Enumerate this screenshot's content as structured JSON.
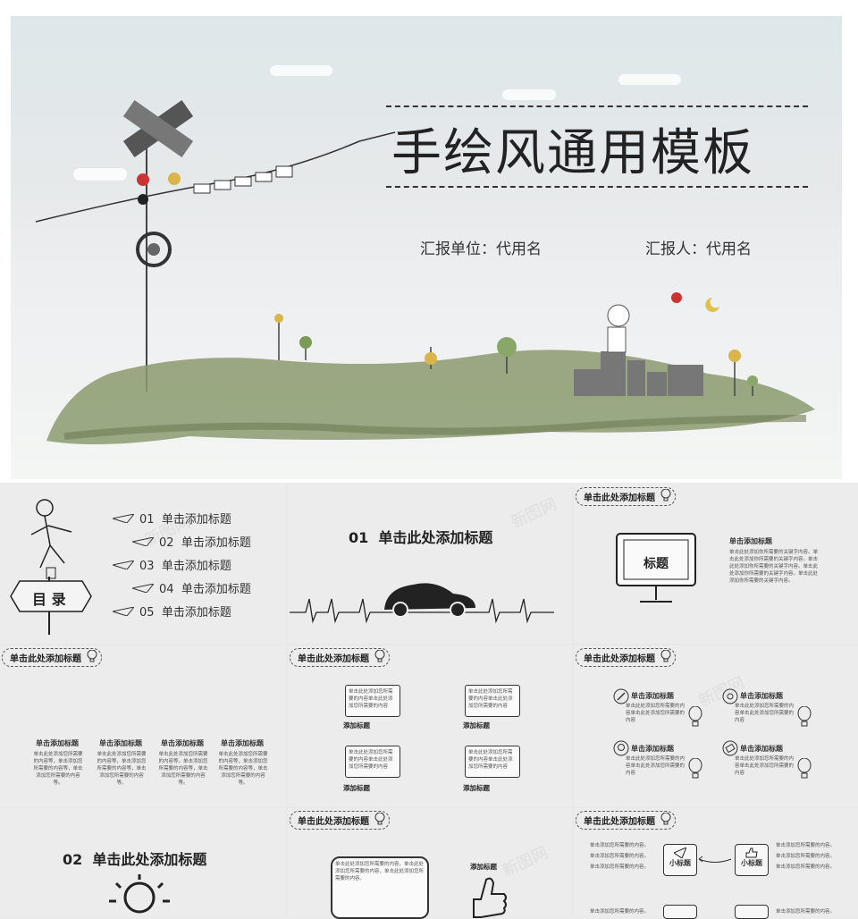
{
  "cover": {
    "title": "手绘风通用模板",
    "report_unit": "汇报单位：代用名",
    "reporter": "汇报人：代用名"
  },
  "toc": {
    "sign_text": "目  录",
    "items": [
      {
        "num": "01",
        "label": "单击添加标题"
      },
      {
        "num": "02",
        "label": "单击添加标题"
      },
      {
        "num": "03",
        "label": "单击添加标题"
      },
      {
        "num": "04",
        "label": "单击添加标题"
      },
      {
        "num": "05",
        "label": "单击添加标题"
      }
    ]
  },
  "section1": {
    "num": "01",
    "title": "单击此处添加标题"
  },
  "section2": {
    "num": "02",
    "title": "单击此处添加标题"
  },
  "tag_label": "单击此处添加标题",
  "monitor_slide": {
    "screen_text": "标题",
    "heading": "单击添加标题",
    "body": "单击此处添加你所需要的关键字内容。单击此处添加你所需要的关键字内容。单击此处添加你所需要的关键字内容。单击此处添加你所需要的关键字内容。单击此处添加你所需要的关键字内容。"
  },
  "four_cols": {
    "heading": "单击添加标题",
    "body": "单击此处添加您所需要的内容等，单击添加您所需要的内容等，单击添加您所需要的内容等。"
  },
  "bubbles": {
    "body": "单击此处添加您所需要的内容单击此处添加您所需要的内容",
    "label": "添加标题"
  },
  "icon_list": {
    "heading": "单击添加标题",
    "body": "单击此处添加您所需要的内容单击此处添加您所需要的内容"
  },
  "bulb_slide": {
    "body": "单击此处添加您所需要的内容，单击此处添加您所需要的内容，单击此处添加您所需要的内容。",
    "label": "添加标题"
  },
  "flow_slide": {
    "box1": "小标题",
    "box2": "小标题",
    "body": "单击添加您所需要的内容。"
  },
  "watermark": "新图网"
}
